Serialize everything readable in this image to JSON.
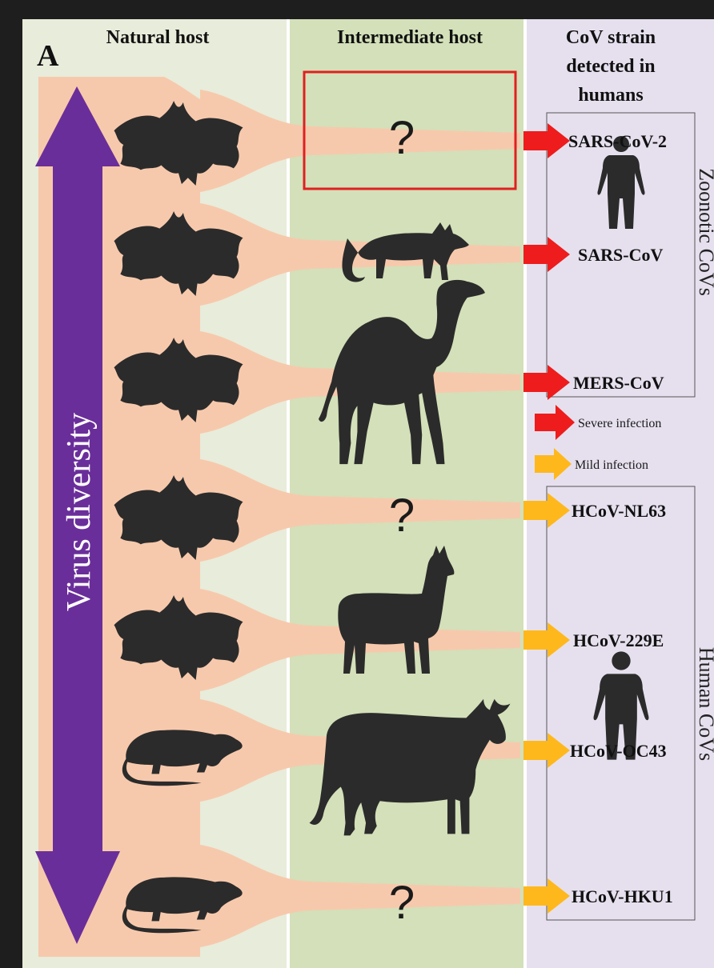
{
  "panel_label": "A",
  "columns": {
    "natural_host": "Natural host",
    "intermediate_host": "Intermediate host",
    "strain_line1": "CoV strain",
    "strain_line2": "detected in",
    "strain_line3": "humans"
  },
  "axis_label": "Virus diversity",
  "unknown_marker": "?",
  "groups": {
    "zoonotic": "Zoonotic CoVs",
    "human": "Human CoVs"
  },
  "legend": {
    "severe": "Severe infection",
    "mild": "Mild infection"
  },
  "colors": {
    "severe": "#ee1c1c",
    "mild": "#ffb81c",
    "diversity_arrow": "#6a2e9a",
    "band": "#f7c9ac",
    "highlight_box": "#e02020"
  },
  "rows": [
    {
      "natural": "bat",
      "intermediate": "unknown",
      "strain": "SARS-CoV-2",
      "severity": "severe"
    },
    {
      "natural": "bat",
      "intermediate": "civet",
      "strain": "SARS-CoV",
      "severity": "severe"
    },
    {
      "natural": "bat",
      "intermediate": "camel",
      "strain": "MERS-CoV",
      "severity": "severe"
    },
    {
      "natural": "bat",
      "intermediate": "unknown",
      "strain": "HCoV-NL63",
      "severity": "mild"
    },
    {
      "natural": "bat",
      "intermediate": "alpaca",
      "strain": "HCoV-229E",
      "severity": "mild"
    },
    {
      "natural": "rodent",
      "intermediate": "cattle",
      "strain": "HCoV-OC43",
      "severity": "mild"
    },
    {
      "natural": "rodent",
      "intermediate": "unknown",
      "strain": "HCoV-HKU1",
      "severity": "mild"
    }
  ]
}
